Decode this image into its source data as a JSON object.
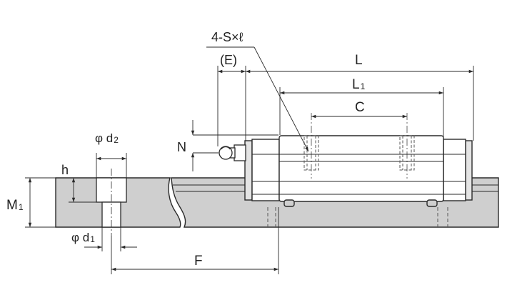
{
  "labels": {
    "bolt_callout": "4-S×ℓ",
    "e": "(E)",
    "l": "L",
    "l1_main": "L",
    "l1_sub": "1",
    "c": "C",
    "n": "N",
    "d2_prefix": "φ d",
    "d2_sub": "2",
    "h": "h",
    "m1_main": "M",
    "m1_sub": "1",
    "d1_prefix": "φ d",
    "d1_sub": "1",
    "f": "F"
  },
  "colors": {
    "outline": "#2a2a2a",
    "fill": "#cfcfcf",
    "hidden": "#555555"
  }
}
